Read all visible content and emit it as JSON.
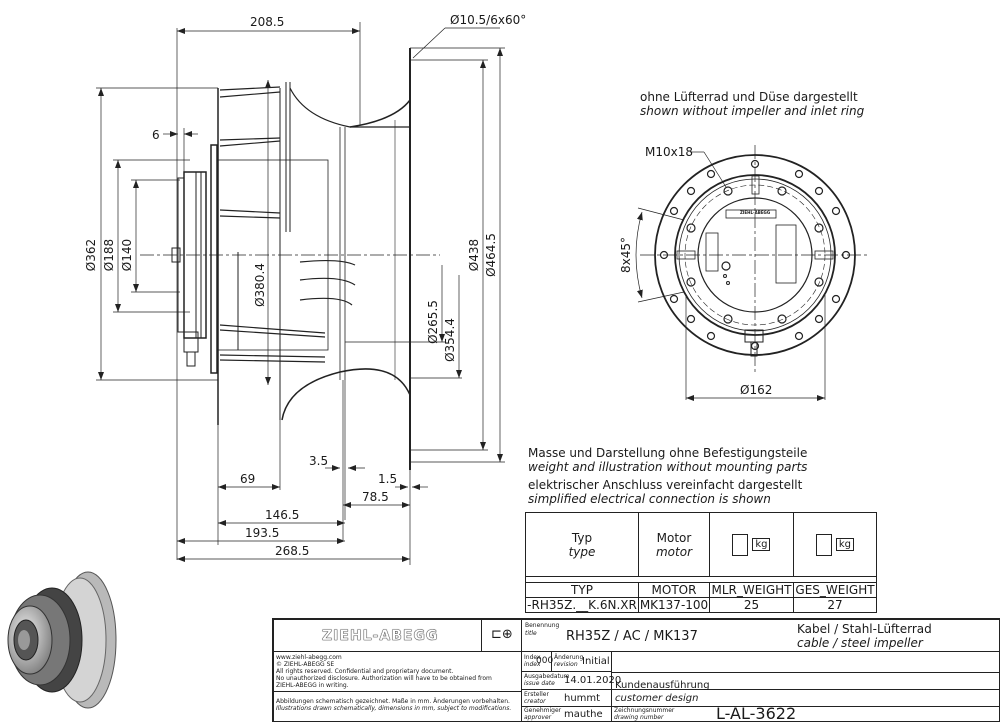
{
  "side_view": {
    "dimensions": {
      "overall_top": "208.5",
      "hole_spec": "Ø10.5/6x60°",
      "d362": "Ø362",
      "d188": "Ø188",
      "d140": "Ø140",
      "gap6": "6",
      "d380_4": "Ø380.4",
      "d438": "Ø438",
      "d464_5": "Ø464.5",
      "d265_5": "Ø265.5",
      "d354_4": "Ø354.4",
      "l3_5": "3.5",
      "l69": "69",
      "l1_5": "1.5",
      "l78_5": "78.5",
      "l146_5": "146.5",
      "l193_5": "193.5",
      "l268_5": "268.5"
    }
  },
  "front_view": {
    "note_de": "ohne Lüfterrad und Düse dargestellt",
    "note_en": "shown without impeller and inlet ring",
    "thread": "M10x18",
    "angle": "8x45°",
    "d162": "Ø162",
    "logo_text": "ZIEHL-ABEGG"
  },
  "notes": {
    "weight_de": "Masse und Darstellung ohne Befestigungsteile",
    "weight_en": "weight and illustration without mounting parts",
    "elec_de": "elektrischer Anschluss vereinfacht dargestellt",
    "elec_en": "simplified electrical connection is shown"
  },
  "weight_table": {
    "head_type_de": "Typ",
    "head_type_en": "type",
    "head_motor_de": "Motor",
    "head_motor_en": "motor",
    "kg": "kg",
    "columns": [
      "TYP",
      "MOTOR",
      "MLR_WEIGHT",
      "GES_WEIGHT"
    ],
    "row": [
      "-RH35Z.__K.6N.XR",
      "MK137-100",
      "25",
      "27"
    ]
  },
  "title_block": {
    "company": "ZIEHL-ABEGG",
    "title_label_de": "Benennung",
    "title_label_en": "title",
    "title": "RH35Z / AC / MK137",
    "desc_de": "Kabel / Stahl-Lüfterrad",
    "desc_en": "cable / steel impeller",
    "legal": [
      "www.ziehl-abegg.com",
      "© ZIEHL-ABEGG SE",
      "All rights reserved. Confidential and proprietary document.",
      "No unauthorized disclosure. Authorization will have to be obtained from",
      "ZIEHL-ABEGG in writing."
    ],
    "schematic_de": "Abbildungen schematisch gezeichnet. Maße in mm. Änderungen vorbehalten.",
    "schematic_en": "Illustrations drawn schematically, dimensions in mm, subject to modifications.",
    "index_label_de": "Index",
    "index_label_en": "index",
    "index": "000",
    "revision_label_de": "Änderung",
    "revision_label_en": "revision",
    "revision": "Initial",
    "issue_label_de": "Ausgabedatum",
    "issue_label_en": "issue date",
    "issue_date": "14.01.2020",
    "creator_label_de": "Ersteller",
    "creator_label_en": "creator",
    "creator": "hummt",
    "approver_label_de": "Genehmiger",
    "approver_label_en": "approver",
    "approver": "mauthe",
    "design_de": "Kundenausführung",
    "design_en": "customer design",
    "drawing_label_de": "Zeichnungsnummer",
    "drawing_label_en": "drawing number",
    "drawing_number": "L-AL-3622"
  }
}
